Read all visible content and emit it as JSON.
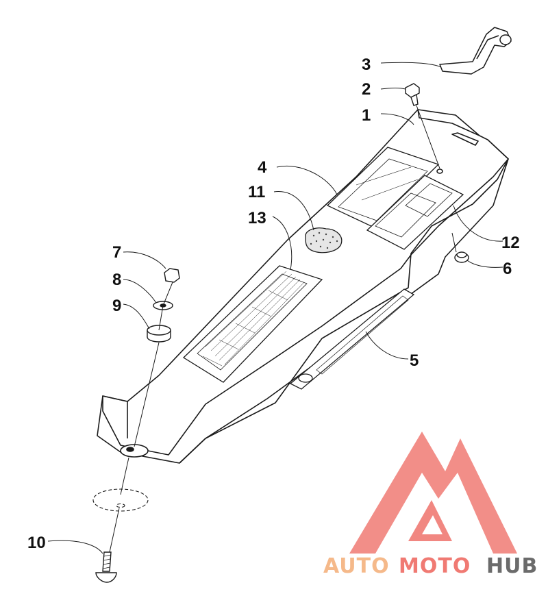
{
  "callouts": [
    {
      "id": "1",
      "label": "1"
    },
    {
      "id": "2",
      "label": "2"
    },
    {
      "id": "3",
      "label": "3"
    },
    {
      "id": "4",
      "label": "4"
    },
    {
      "id": "5",
      "label": "5"
    },
    {
      "id": "6",
      "label": "6"
    },
    {
      "id": "7",
      "label": "7"
    },
    {
      "id": "8",
      "label": "8"
    },
    {
      "id": "9",
      "label": "9"
    },
    {
      "id": "10",
      "label": "10"
    },
    {
      "id": "11",
      "label": "11"
    },
    {
      "id": "12",
      "label": "12"
    },
    {
      "id": "13",
      "label": "13"
    }
  ],
  "watermark": {
    "part1": "AUTO",
    "part2": "MOTO",
    "part3": "HUB",
    "color_primary": "#f07a73",
    "color_secondary": "#f5b98a",
    "color_dark": "#6b6b6b"
  },
  "drawing": {
    "stroke_color": "#1a1a1a",
    "fill_color": "#ffffff"
  }
}
